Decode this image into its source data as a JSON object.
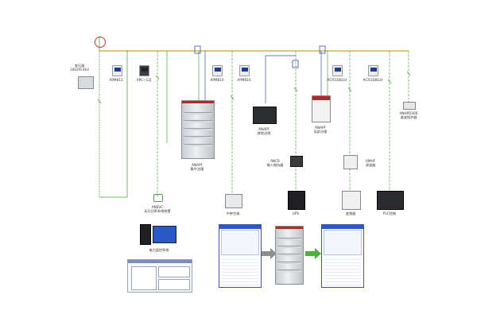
{
  "diagram": {
    "labels": {
      "transformer": "变压器\n10kV/0.4kV",
      "apm813": "APM813",
      "apc12j": "APC~12J",
      "apm810_a": "APM810",
      "apm810_b": "APM810",
      "acr330elh_a": "ACR330ELH",
      "acr330elh_b": "ACR330ELH",
      "anapf_cabinet": "ANAPF\n集中治理",
      "anapf_rack": "ANAPF\n就地治理",
      "anapf_wall": "ANAPF\n局部治理",
      "anhpd300": "ANHPD300\n谐波保护器",
      "ansvc": "ANSVC\n无功功率补偿装置",
      "ancr": "ANCR\n输入电抗器",
      "amhf": "AMHF\n滤波器",
      "ac_unit": "中央空调",
      "ups": "UPS",
      "inverter": "变频器",
      "plc": "PLC控制",
      "power_monitor": "电力监控系统"
    },
    "colors": {
      "bus": "#d9b24a",
      "wire_green": "#4fa34a",
      "wire_blue": "#2f4fb8",
      "arrow_gray": "#8d8d8d",
      "arrow_green": "#4caf3c"
    }
  }
}
